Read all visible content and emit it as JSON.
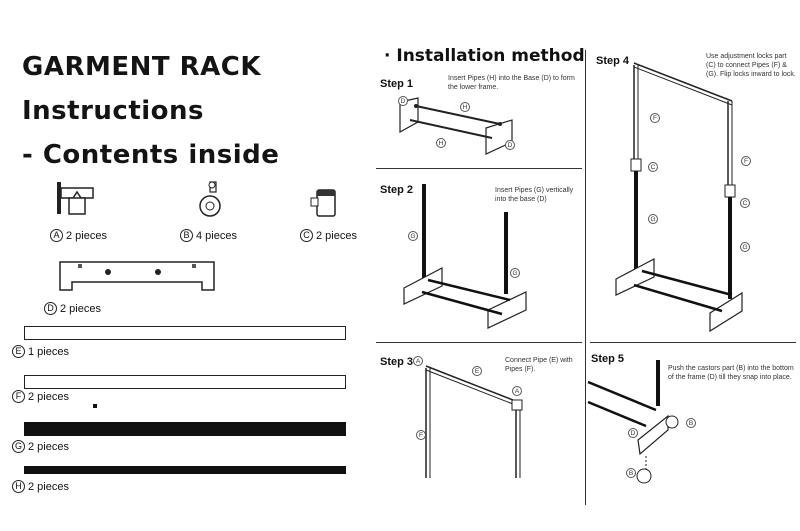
{
  "left": {
    "title_line1": "GARMENT RACK",
    "title_line2": "Instructions",
    "title_line3": "- Contents inside",
    "parts": [
      {
        "letter": "A",
        "text": "2 pieces"
      },
      {
        "letter": "B",
        "text": "4 pieces"
      },
      {
        "letter": "C",
        "text": "2 pieces"
      },
      {
        "letter": "D",
        "text": "2 pieces"
      },
      {
        "letter": "E",
        "text": "1 pieces"
      },
      {
        "letter": "F",
        "text": "2 pieces"
      },
      {
        "letter": "G",
        "text": "2 pieces"
      },
      {
        "letter": "H",
        "text": "2 pieces"
      }
    ]
  },
  "right": {
    "heading": "· Installation method",
    "steps": [
      {
        "title": "Step 1",
        "text": "Insert Pipes (H) into the Base (D) to form the lower frame."
      },
      {
        "title": "Step 2",
        "text": "Insert Pipes (G) vertically into the base (D)"
      },
      {
        "title": "Step 3",
        "text": "Connect Pipe (E) with Pipes (F)."
      },
      {
        "title": "Step 4",
        "text": "Use adjustment locks part (C) to connect Pipes (F) & (G). Flip locks inward to lock."
      },
      {
        "title": "Step 5",
        "text": "Push the castors part (B) into the bottom of the frame (D) till they snap into place."
      }
    ]
  }
}
